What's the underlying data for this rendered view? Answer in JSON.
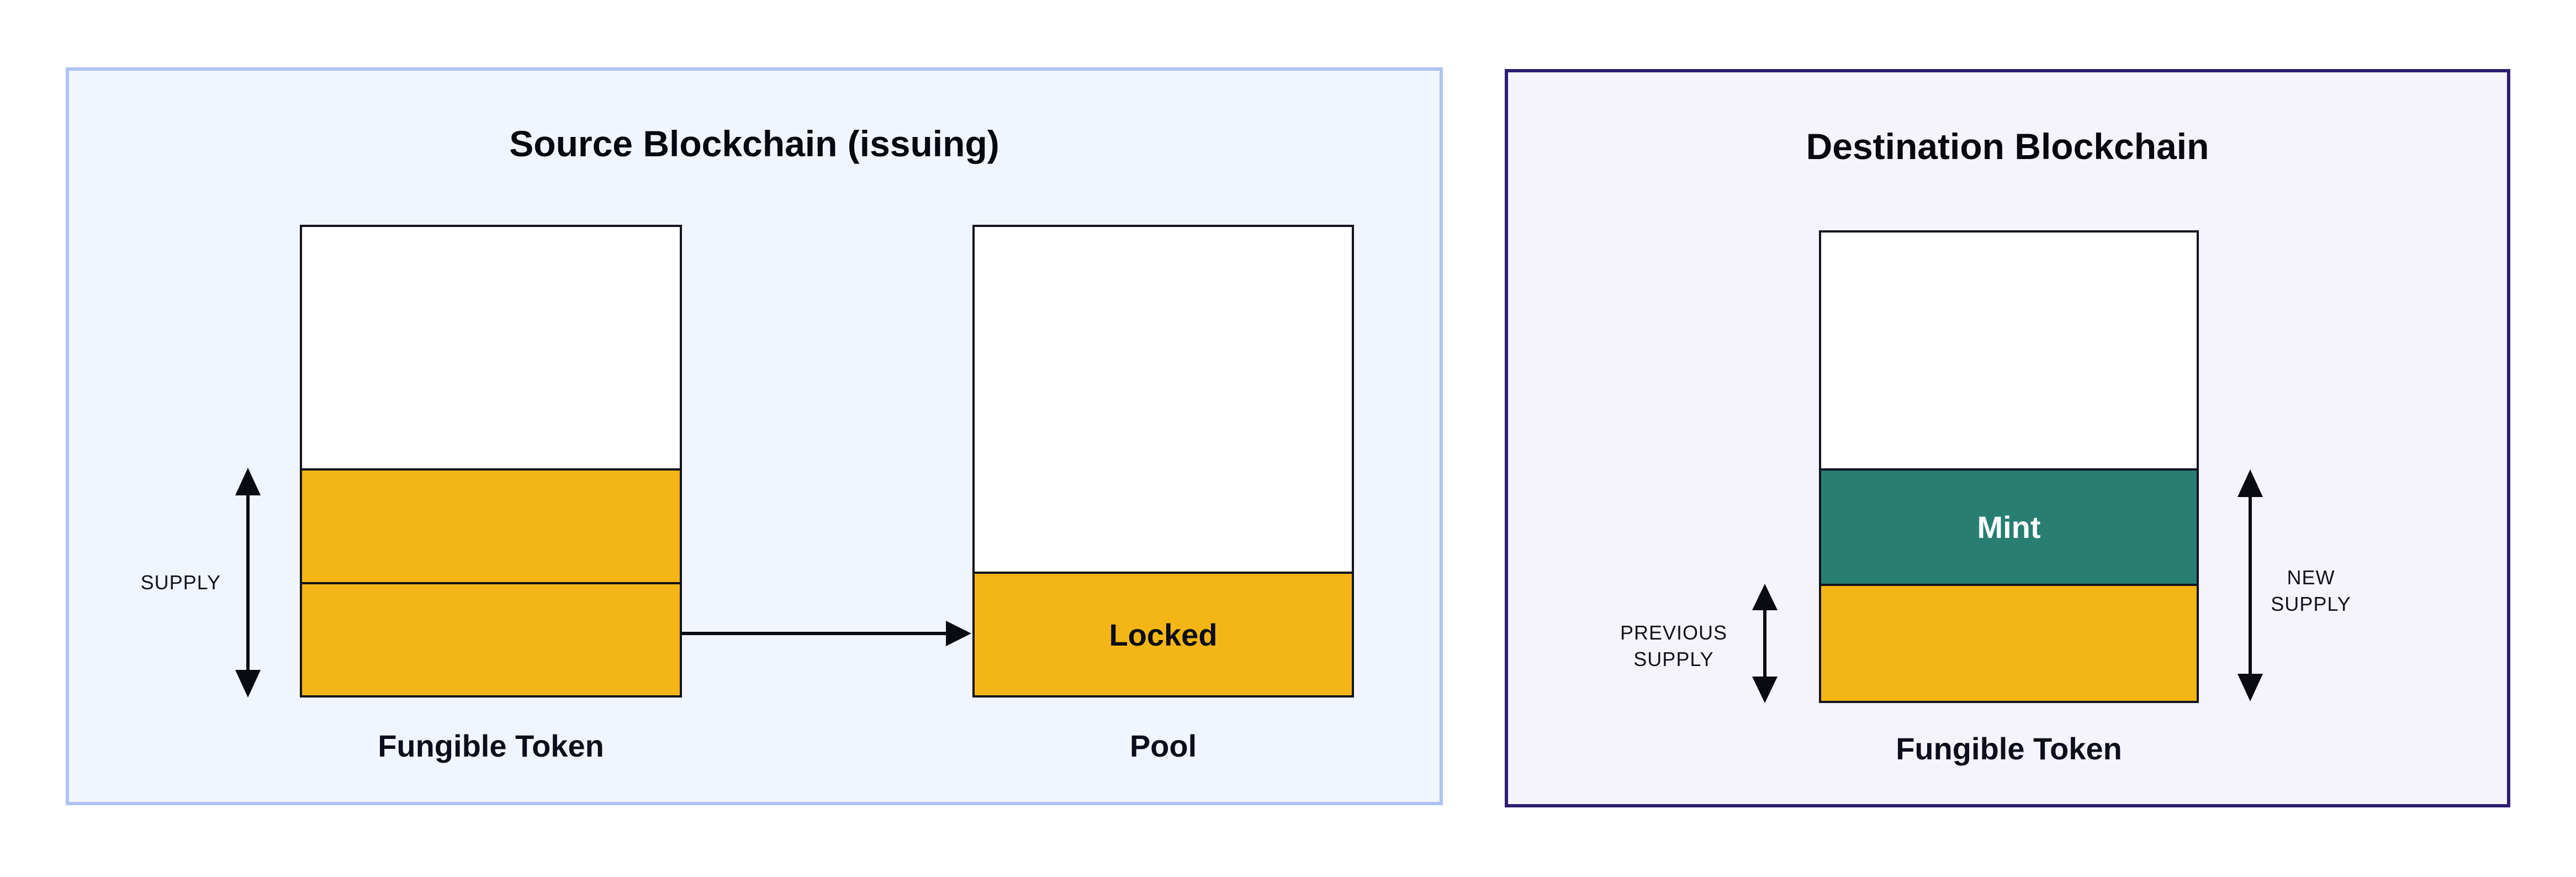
{
  "panels": {
    "source": {
      "title": "Source Blockchain (issuing)",
      "token_box_label": "Fungible Token",
      "supply_label": "SUPPLY",
      "pool_box_label": "Pool",
      "locked_label": "Locked"
    },
    "destination": {
      "title": "Destination Blockchain",
      "token_box_label": "Fungible Token",
      "mint_label": "Mint",
      "previous_supply_line1": "PREVIOUS",
      "previous_supply_line2": "SUPPLY",
      "new_supply_line1": "NEW",
      "new_supply_line2": "SUPPLY"
    }
  },
  "colors": {
    "page_bg": "#FFFFFF",
    "source_panel_bg": "#F1F5FD",
    "source_panel_border": "#AEC3F1",
    "destination_panel_bg": "#F5F3FB",
    "destination_panel_border": "#2F1D72",
    "token_orange": "#F3B616",
    "mint_teal": "#277E71",
    "box_border": "#12131D",
    "arrow_black": "#0A0A12",
    "text_dark": "#0B0C14",
    "mint_text": "#FFFFFF"
  }
}
